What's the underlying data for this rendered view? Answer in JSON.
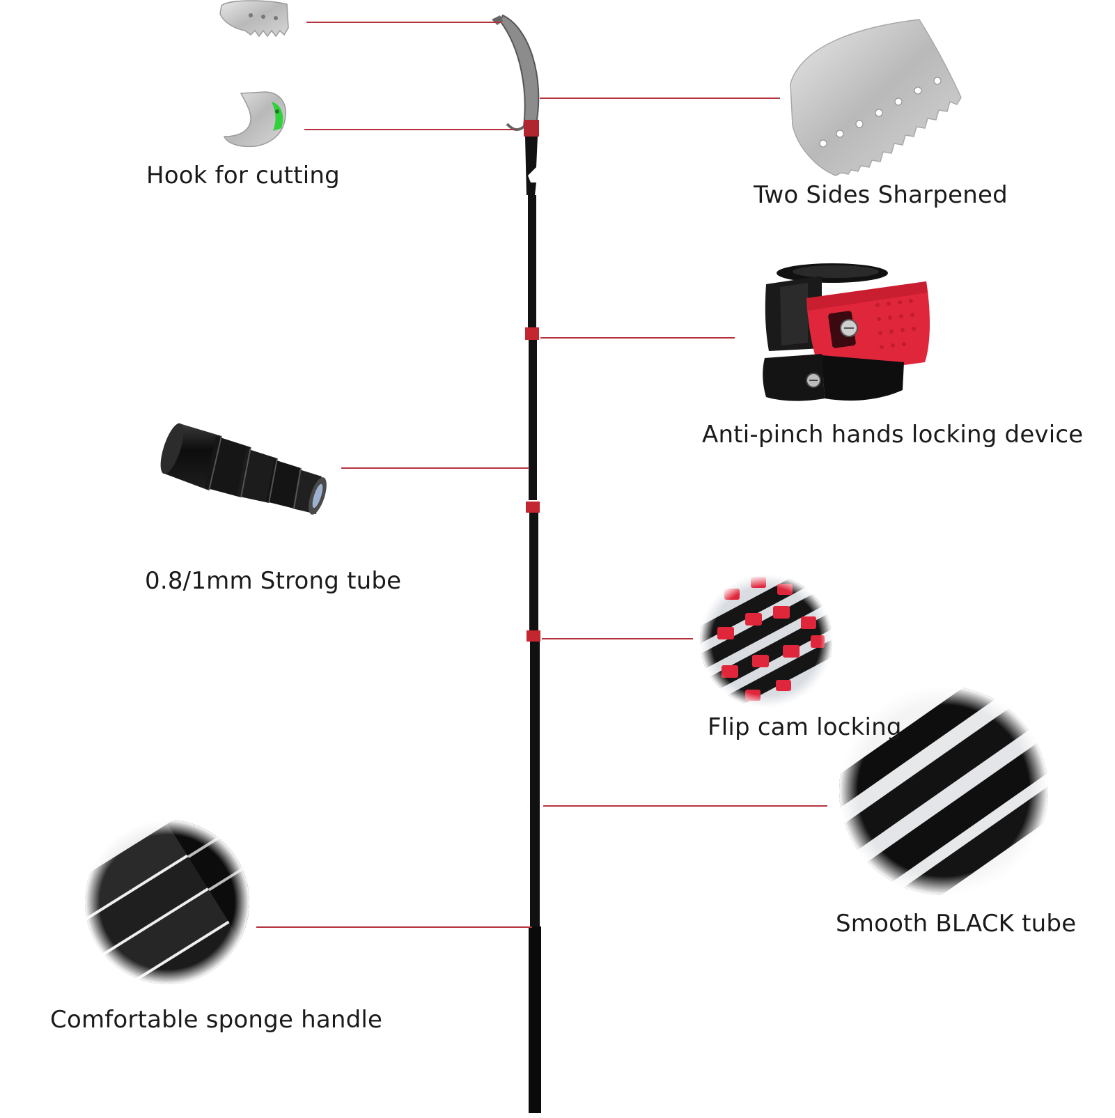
{
  "features": {
    "hook": "Hook for cutting",
    "blade": "Two Sides Sharpened",
    "lock_device": "Anti-pinch hands locking device",
    "tube_strength": "0.8/1mm Strong tube",
    "flip_cam": "Flip cam locking",
    "smooth_tube": "Smooth BLACK tube",
    "handle": "Comfortable sponge handle"
  },
  "colors": {
    "callout_line": "#b5323c",
    "pole": "#111111",
    "accent_red": "#e0263a",
    "blade_grey": "#c9c9c9"
  },
  "icons": [
    "saw-blade-icon",
    "hook-blade-icon",
    "saw-blade-closeup",
    "locking-clamp-image",
    "telescopic-tube-image",
    "flip-cam-locks-image",
    "black-tubes-image",
    "sponge-handle-image"
  ]
}
